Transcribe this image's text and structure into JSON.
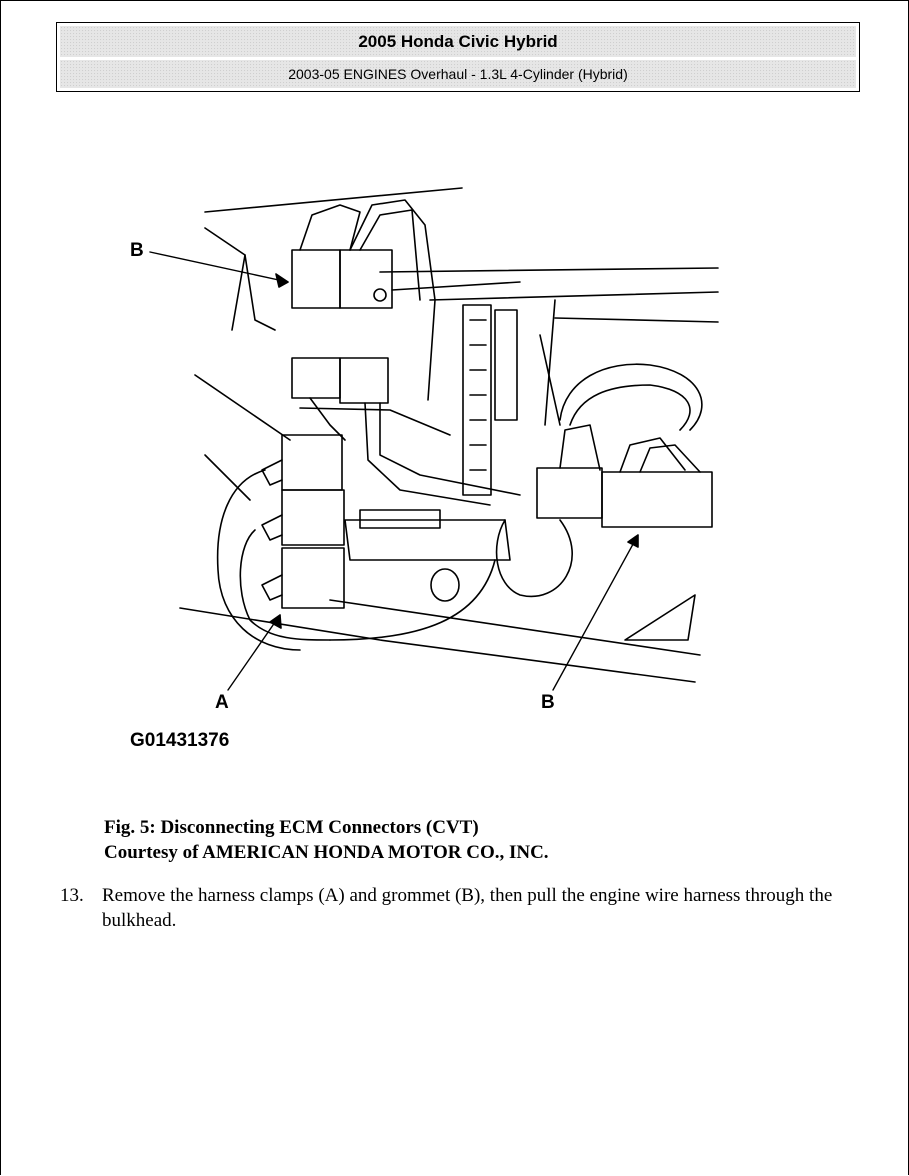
{
  "header": {
    "title": "2005 Honda Civic Hybrid",
    "subtitle": "2003-05 ENGINES Overhaul - 1.3L 4-Cylinder (Hybrid)"
  },
  "figure": {
    "labels": {
      "b_top": "B",
      "a": "A",
      "b_bottom": "B"
    },
    "code": "G01431376"
  },
  "caption": {
    "line1": "Fig. 5: Disconnecting ECM Connectors (CVT)",
    "line2": "Courtesy of AMERICAN HONDA MOTOR CO., INC."
  },
  "step": {
    "number": "13.",
    "text": "Remove the harness clamps (A) and grommet (B), then pull the engine wire harness through the bulkhead."
  }
}
